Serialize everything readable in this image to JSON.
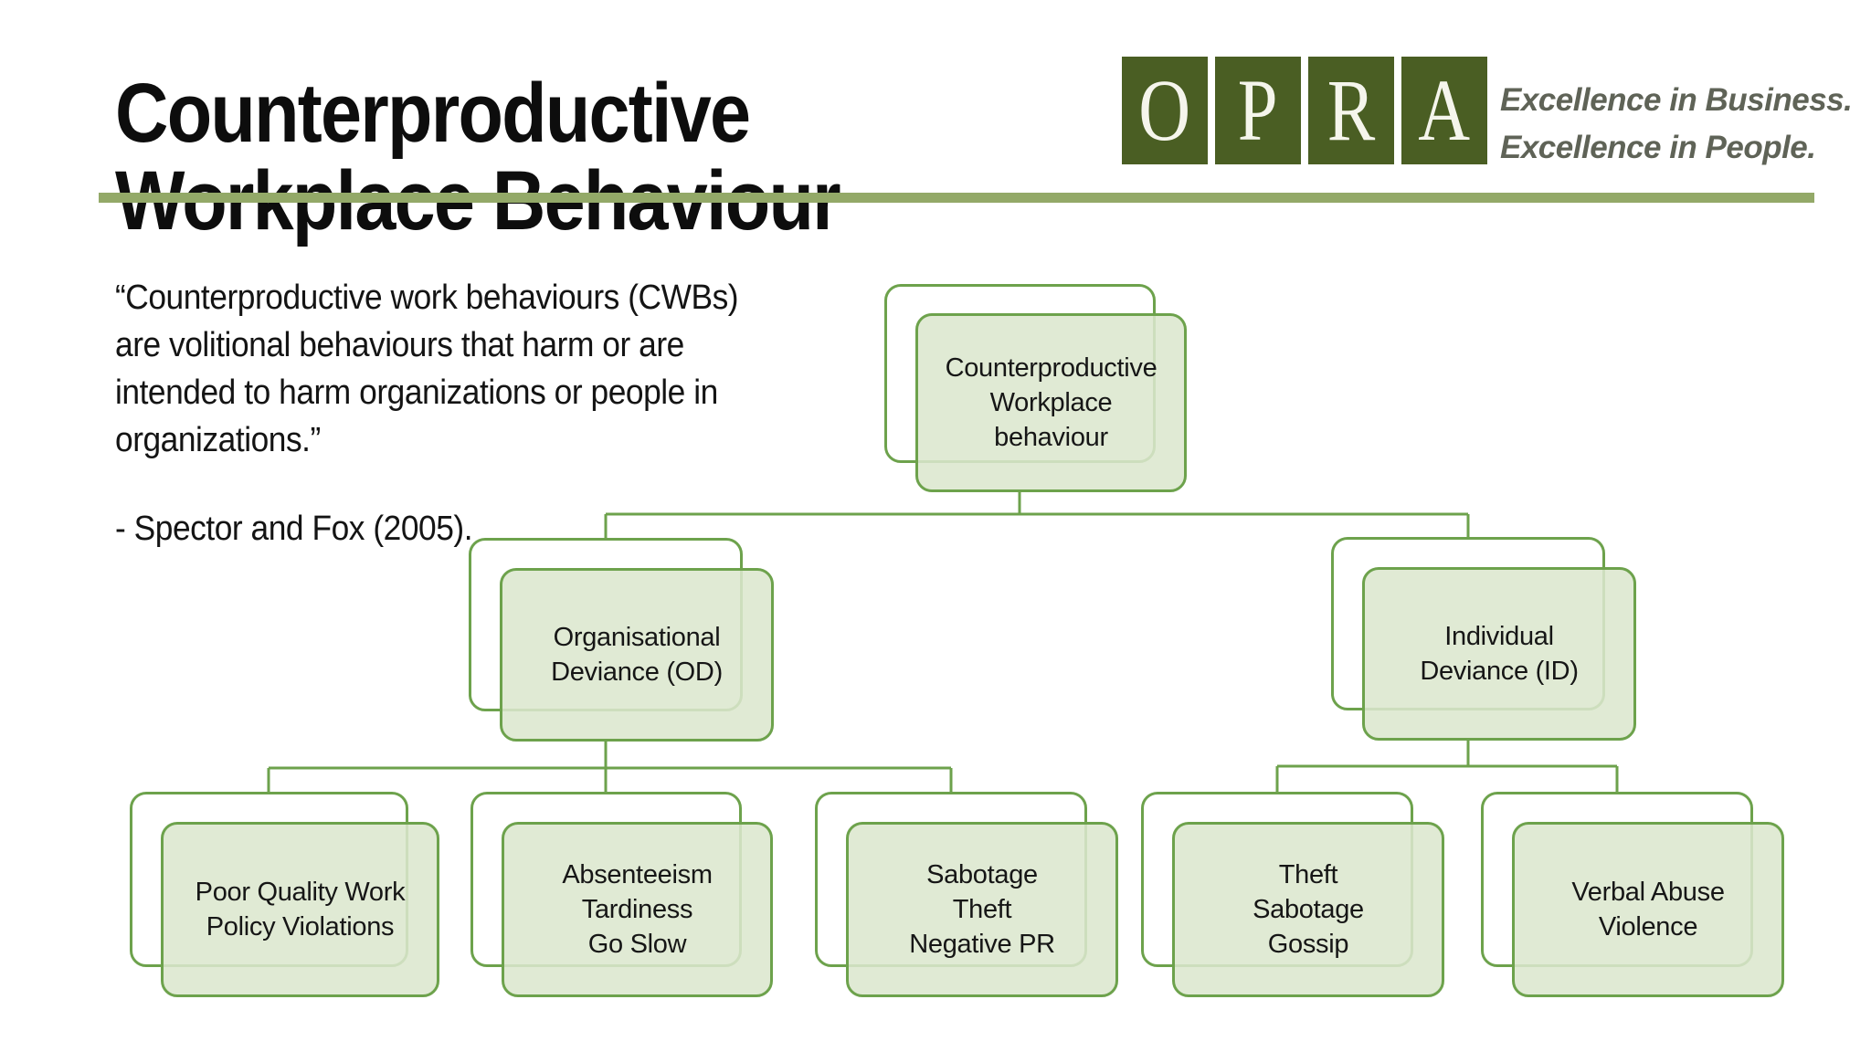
{
  "slide": {
    "title": "Counterproductive\nWorkplace Behaviour",
    "quote": "“Counterproductive work behaviours (CWBs)\nare volitional behaviours that harm or are\nintended to harm organizations or people in\norganizations.”",
    "citation": "- Spector and Fox (2005)."
  },
  "logo": {
    "letters": [
      "O",
      "P",
      "R",
      "A"
    ],
    "tagline": "Excellence in Business.\nExcellence in People."
  },
  "colors": {
    "accent_green_border": "#6da24c",
    "node_fill_green": "#dbe7ce",
    "divider_olive": "#93a968",
    "logo_square_olive": "#4a5e23",
    "tagline_gray": "#5f6357",
    "text_black": "#0d0d0d"
  },
  "diagram": {
    "nodes": {
      "root": {
        "label": "Counterproductive\nWorkplace\nbehaviour"
      },
      "od": {
        "label": "Organisational\nDeviance (OD)"
      },
      "id": {
        "label": "Individual\nDeviance (ID)"
      },
      "c1": {
        "label": "Poor Quality Work\nPolicy Violations"
      },
      "c2": {
        "label": "Absenteeism\nTardiness\nGo Slow"
      },
      "c3": {
        "label": "Sabotage\nTheft\nNegative PR"
      },
      "c4": {
        "label": "Theft\nSabotage\nGossip"
      },
      "c5": {
        "label": "Verbal Abuse\nViolence"
      }
    },
    "edges": [
      [
        "root",
        "od"
      ],
      [
        "root",
        "id"
      ],
      [
        "od",
        "c1"
      ],
      [
        "od",
        "c2"
      ],
      [
        "od",
        "c3"
      ],
      [
        "id",
        "c4"
      ],
      [
        "id",
        "c5"
      ]
    ]
  }
}
